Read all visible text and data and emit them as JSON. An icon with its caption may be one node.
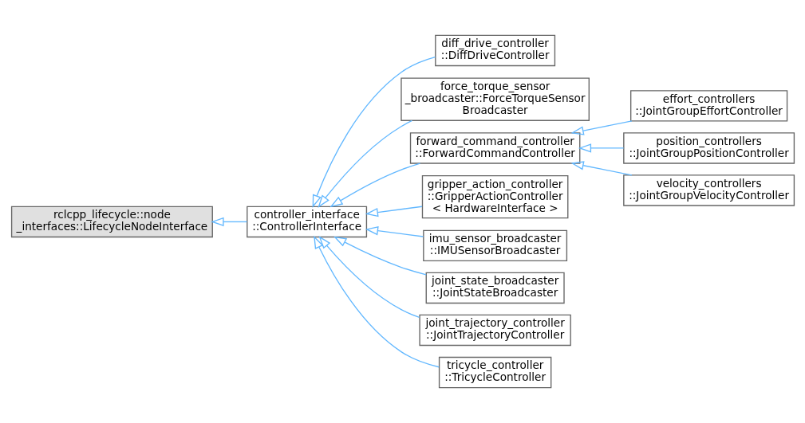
{
  "diagram": {
    "nodes": [
      {
        "text": [
          "rclcpp_lifecycle::node _interfaces::LifecycleNodeInterface"
        ]
      },
      {
        "text": [
          "controller_interface ::ControllerInterface"
        ]
      },
      {
        "text": [
          "diff_drive_controller ::DiffDriveController"
        ]
      },
      {
        "text": [
          "force_torque_sensor _broadcaster::ForceTorqueSensor Broadcaster"
        ]
      },
      {
        "text": [
          "forward_command_controller ::ForwardCommandController"
        ]
      },
      {
        "text": [
          "gripper_action_controller ::GripperActionController < HardwareInterface >"
        ]
      },
      {
        "text": [
          "imu_sensor_broadcaster ::IMUSensorBroadcaster"
        ]
      },
      {
        "text": [
          "joint_state_broadcaster ::JointStateBroadcaster"
        ]
      },
      {
        "text": [
          "joint_trajectory_controller ::JointTrajectoryController"
        ]
      },
      {
        "text": [
          "tricycle_controller ::TricycleController"
        ]
      },
      {
        "text": [
          "effort_controllers ::JointGroupEffortController"
        ]
      },
      {
        "text": [
          "position_controllers ::JointGroupPositionController"
        ]
      },
      {
        "text": [
          "velocity_controllers ::JointGroupVelocityController"
        ]
      }
    ],
    "edges": [
      {
        "from": 1,
        "to": 0,
        "arrow": "to"
      },
      {
        "from": 2,
        "to": 1,
        "arrow": "to"
      },
      {
        "from": 3,
        "to": 1,
        "arrow": "to"
      },
      {
        "from": 4,
        "to": 1,
        "arrow": "to"
      },
      {
        "from": 5,
        "to": 1,
        "arrow": "to"
      },
      {
        "from": 6,
        "to": 1,
        "arrow": "to"
      },
      {
        "from": 7,
        "to": 1,
        "arrow": "to"
      },
      {
        "from": 8,
        "to": 1,
        "arrow": "to"
      },
      {
        "from": 9,
        "to": 1,
        "arrow": "to"
      },
      {
        "from": 10,
        "to": 4,
        "arrow": "to"
      },
      {
        "from": 11,
        "to": 4,
        "arrow": "to"
      },
      {
        "from": 12,
        "to": 4,
        "arrow": "to"
      }
    ]
  }
}
